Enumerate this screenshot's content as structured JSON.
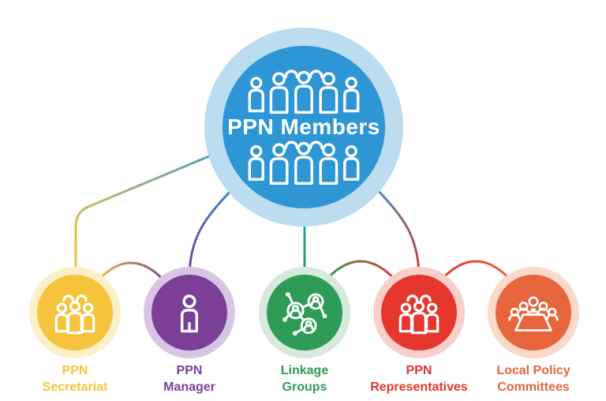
{
  "diagram": {
    "background_color": "#ffffff",
    "center": {
      "id": "ppn-members",
      "label": "PPN Members",
      "color": "#2E96D5",
      "halo_color": "#BCDCF0",
      "text_color": "#ffffff",
      "icon": "people-group-icon"
    },
    "nodes": [
      {
        "id": "ppn-secretariat",
        "label_line1": "PPN",
        "label_line2": "Secretariat",
        "color": "#F5C43C",
        "halo_color": "#FCEFC9",
        "icon": "people-trio-icon"
      },
      {
        "id": "ppn-manager",
        "label_line1": "PPN",
        "label_line2": "Manager",
        "color": "#7B3F98",
        "halo_color": "#D6C6E3",
        "icon": "person-icon"
      },
      {
        "id": "linkage-groups",
        "label_line1": "Linkage",
        "label_line2": "Groups",
        "color": "#2E9B57",
        "halo_color": "#D7E9DD",
        "icon": "network-people-icon"
      },
      {
        "id": "ppn-representatives",
        "label_line1": "PPN",
        "label_line2": "Representatives",
        "color": "#E5372E",
        "halo_color": "#F9CFC9",
        "icon": "people-trio-icon"
      },
      {
        "id": "local-policy-committees",
        "label_line1": "Local Policy",
        "label_line2": "Committees",
        "color": "#E6653D",
        "halo_color": "#FAD9CA",
        "icon": "meeting-table-icon"
      }
    ],
    "connectors": [
      {
        "from": "ppn-members",
        "to": "ppn-secretariat",
        "style": "gradient blue-to-yellow, elbow line"
      },
      {
        "from": "ppn-members",
        "to": "ppn-manager",
        "style": "gradient blue-to-purple, curve"
      },
      {
        "from": "ppn-members",
        "to": "linkage-groups",
        "style": "gradient blue-to-green, vertical line"
      },
      {
        "from": "ppn-members",
        "to": "ppn-representatives",
        "style": "gradient blue-to-red, curve"
      },
      {
        "from": "ppn-secretariat",
        "to": "ppn-manager",
        "style": "gradient yellow-to-purple, arc"
      },
      {
        "from": "linkage-groups",
        "to": "ppn-representatives",
        "style": "gradient green-to-red, arc"
      },
      {
        "from": "ppn-representatives",
        "to": "local-policy-committees",
        "style": "gradient red-to-orange, arc"
      }
    ]
  }
}
